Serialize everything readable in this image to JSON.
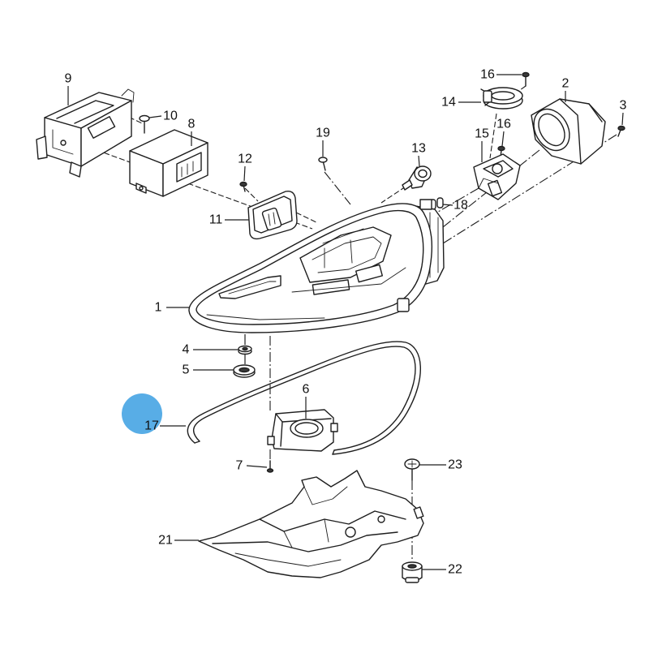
{
  "colors": {
    "line": "#1e1e1e",
    "highlight": "#58ade6"
  },
  "callouts": [
    "1",
    "2",
    "3",
    "4",
    "5",
    "6",
    "7",
    "8",
    "9",
    "10",
    "11",
    "12",
    "13",
    "14",
    "15",
    "16",
    "16",
    "17",
    "18",
    "19",
    "21",
    "22",
    "23"
  ]
}
